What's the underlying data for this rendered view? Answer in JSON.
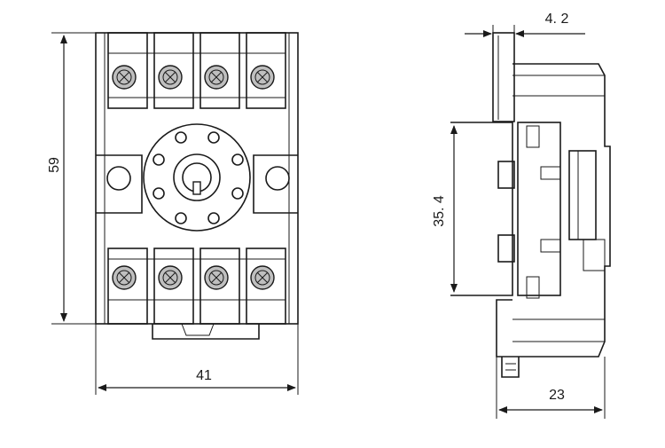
{
  "diagram": {
    "front_view": {
      "height_label": "59",
      "width_label": "41"
    },
    "side_view": {
      "rail_label": "35. 4",
      "clip_label": "4. 2",
      "depth_label": "23"
    },
    "colors": {
      "line": "#1a1a1a",
      "terminal_fill": "#bfbfbf",
      "background": "#ffffff"
    }
  }
}
